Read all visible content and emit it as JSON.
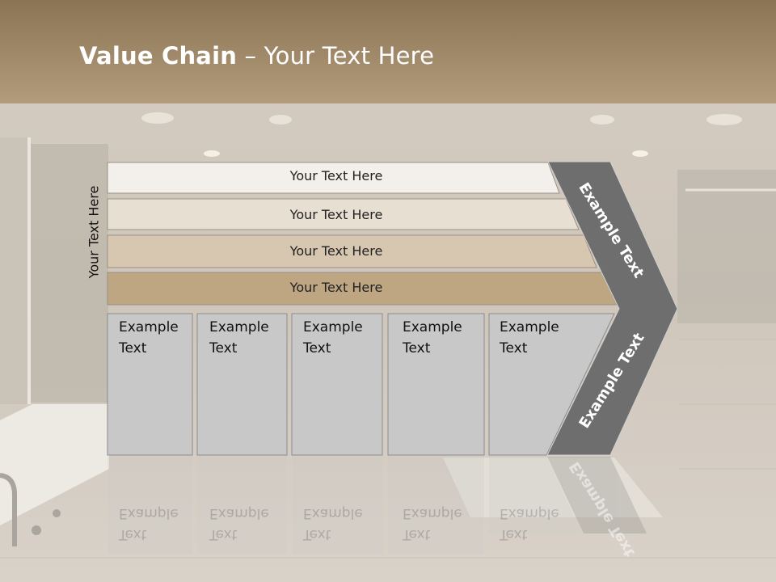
{
  "slide": {
    "title_bold": "Value Chain",
    "title_rest": " – Your Text Here",
    "side_label": "Your Text Here",
    "rows": [
      "Your Text Here",
      "Your Text Here",
      "Your Text Here",
      "Your Text Here"
    ],
    "boxes": [
      {
        "line1": "Example",
        "line2": "Text"
      },
      {
        "line1": "Example",
        "line2": "Text"
      },
      {
        "line1": "Example",
        "line2": "Text"
      },
      {
        "line1": "Example",
        "line2": "Text"
      },
      {
        "line1": "Example",
        "line2": "Text"
      }
    ],
    "chevron_top": "Example Text",
    "chevron_bottom": "Example Text"
  },
  "colors": {
    "header_band": "#a58b66",
    "row1": "#f3f0eb",
    "row2": "#e8dfd3",
    "row3": "#d7c7b1",
    "row4": "#bea683",
    "box_fill": "#c8c8c8",
    "chevron": "#6e6e6e"
  }
}
